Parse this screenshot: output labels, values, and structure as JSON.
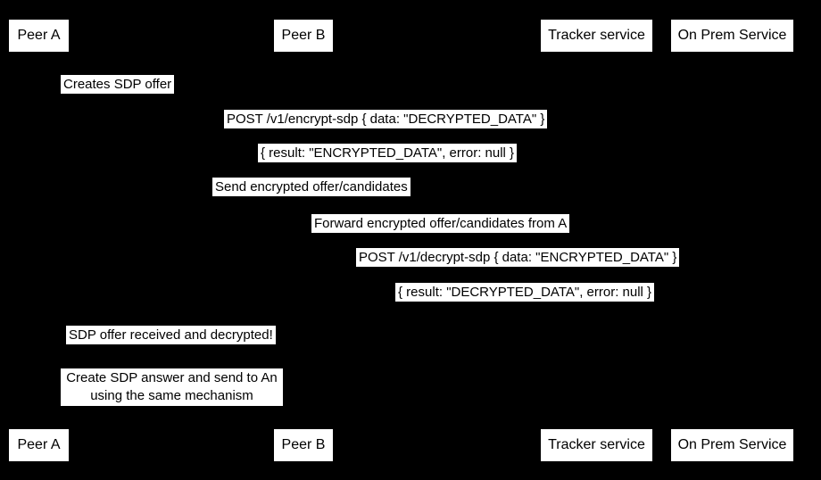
{
  "diagram": {
    "type": "sequence-diagram",
    "participants": {
      "peer_a": "Peer A",
      "peer_b": "Peer B",
      "tracker": "Tracker service",
      "on_prem": "On Prem Service"
    },
    "messages": {
      "creates_offer": "Creates SDP offer",
      "post_encrypt": "POST /v1/encrypt-sdp { data: \"DECRYPTED_DATA\" }",
      "encrypt_result": "{ result: \"ENCRYPTED_DATA\", error: null }",
      "send_encrypted": "Send encrypted offer/candidates",
      "forward_encrypted": "Forward encrypted offer/candidates from A",
      "post_decrypt": "POST /v1/decrypt-sdp { data: \"ENCRYPTED_DATA\" }",
      "decrypt_result": "{ result: \"DECRYPTED_DATA\", error: null }",
      "offer_received": "SDP offer received and decrypted!"
    },
    "note": {
      "line1": "Create SDP answer and send to An",
      "line2": "using the same mechanism"
    },
    "colors": {
      "background": "#000000",
      "label_background": "#ffffff",
      "label_text": "#000000"
    }
  }
}
